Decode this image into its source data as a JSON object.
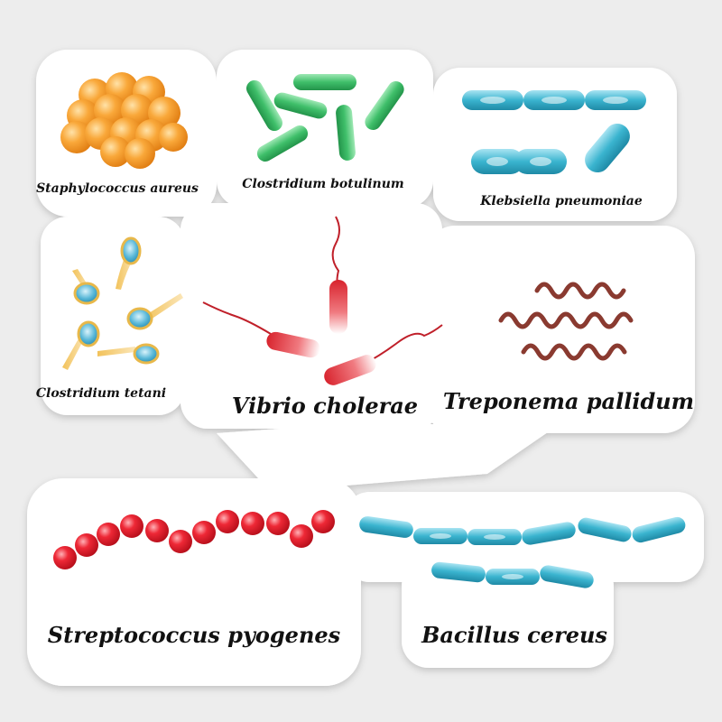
{
  "labels": {
    "staph": "Staphylococcus aureus",
    "clostridium_botulinum": "Clostridium botulinum",
    "klebsiella": "Klebsiella pneumoniae",
    "clostridium_tetani": "Clostridium tetani",
    "vibrio": "Vibrio cholerae",
    "treponema": "Treponema pallidum",
    "streptococcus": "Streptococcus pyogenes",
    "bacillus": "Bacillus cereus"
  },
  "colors": {
    "background": "#ededed",
    "sticker": "#ffffff",
    "staph": "#f5a030",
    "clostridium_botulinum": "#3fbf6a",
    "klebsiella": "#3ab4cf",
    "clostridium_tetani": "#e8b84a",
    "vibrio": "#d8232d",
    "treponema": "#8a3a30",
    "streptococcus": "#e0202e",
    "bacillus": "#3aafd0"
  }
}
